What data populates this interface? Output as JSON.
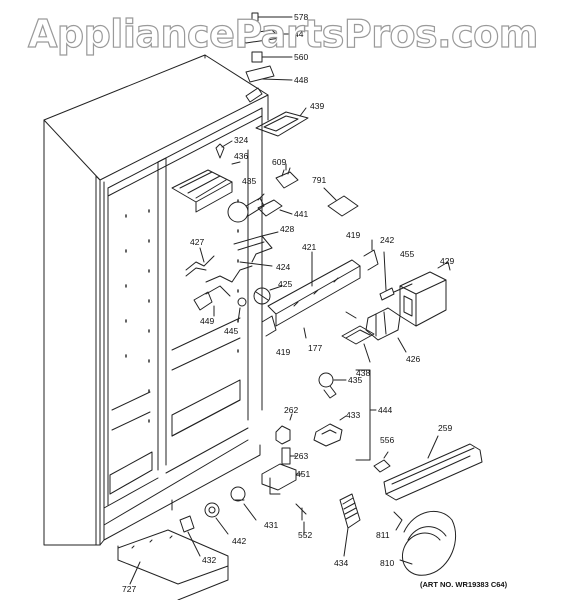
{
  "watermark": "AppliancePartsPros.com",
  "art_number": "(ART NO. WR19383 C64)",
  "parts": [
    {
      "id": "p578",
      "label": "578"
    },
    {
      "id": "p44",
      "label": "44"
    },
    {
      "id": "p560",
      "label": "560"
    },
    {
      "id": "p448",
      "label": "448"
    },
    {
      "id": "p439",
      "label": "439"
    },
    {
      "id": "p324",
      "label": "324"
    },
    {
      "id": "p436",
      "label": "436"
    },
    {
      "id": "p609",
      "label": "609"
    },
    {
      "id": "p435a",
      "label": "435"
    },
    {
      "id": "p791",
      "label": "791"
    },
    {
      "id": "p441",
      "label": "441"
    },
    {
      "id": "p428",
      "label": "428"
    },
    {
      "id": "p427",
      "label": "427"
    },
    {
      "id": "p421",
      "label": "421"
    },
    {
      "id": "p419a",
      "label": "419"
    },
    {
      "id": "p242",
      "label": "242"
    },
    {
      "id": "p455",
      "label": "455"
    },
    {
      "id": "p429",
      "label": "429"
    },
    {
      "id": "p424",
      "label": "424"
    },
    {
      "id": "p425",
      "label": "425"
    },
    {
      "id": "p449",
      "label": "449"
    },
    {
      "id": "p445",
      "label": "445"
    },
    {
      "id": "p419b",
      "label": "419"
    },
    {
      "id": "p177",
      "label": "177"
    },
    {
      "id": "p426",
      "label": "426"
    },
    {
      "id": "p438",
      "label": "438"
    },
    {
      "id": "p435b",
      "label": "435"
    },
    {
      "id": "p433",
      "label": "433"
    },
    {
      "id": "p444",
      "label": "444"
    },
    {
      "id": "p262",
      "label": "262"
    },
    {
      "id": "p263",
      "label": "263"
    },
    {
      "id": "p451",
      "label": "451"
    },
    {
      "id": "p556",
      "label": "556"
    },
    {
      "id": "p259",
      "label": "259"
    },
    {
      "id": "p431",
      "label": "431"
    },
    {
      "id": "p552",
      "label": "552"
    },
    {
      "id": "p442",
      "label": "442"
    },
    {
      "id": "p432",
      "label": "432"
    },
    {
      "id": "p434",
      "label": "434"
    },
    {
      "id": "p811",
      "label": "811"
    },
    {
      "id": "p810",
      "label": "810"
    },
    {
      "id": "p727",
      "label": "727"
    }
  ]
}
